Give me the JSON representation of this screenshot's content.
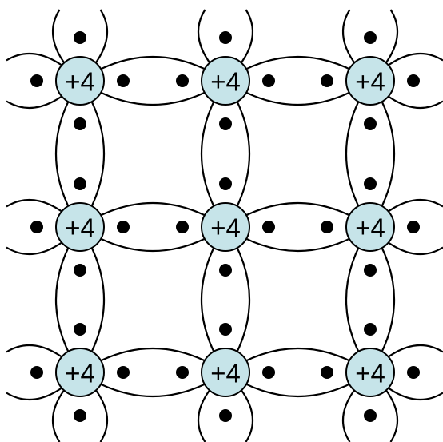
{
  "diagram": {
    "atom_charge_label": "+4",
    "rows": 3,
    "columns": 3,
    "electrons_per_bond": 2,
    "colors": {
      "atom_fill": "#c6e4e9",
      "atom_outline": "#000000",
      "bond": "#000000",
      "electron": "#000000",
      "background": "#ffffff"
    }
  }
}
